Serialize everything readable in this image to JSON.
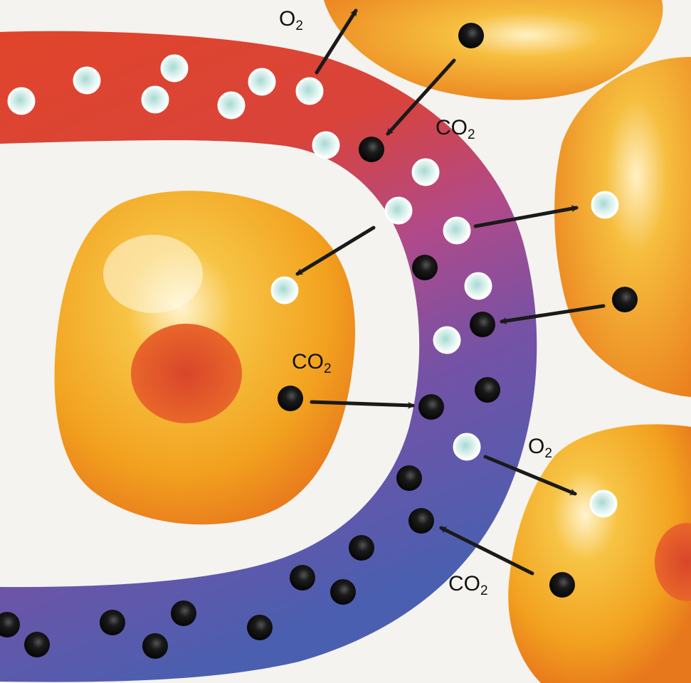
{
  "labels": {
    "o2_top": {
      "main": "O",
      "sub": "2"
    },
    "co2_top": {
      "main": "CO",
      "sub": "2"
    },
    "co2_mid": {
      "main": "CO",
      "sub": "2"
    },
    "o2_right": {
      "main": "O",
      "sub": "2"
    },
    "co2_bot": {
      "main": "CO",
      "sub": "2"
    }
  },
  "colors": {
    "background": "#f4f3ef",
    "vessel_arterial": "#e0452a",
    "vessel_mid": "#b04a8a",
    "vessel_venous": "#4a5fb0",
    "cell": "#f2a21f",
    "cell_highlight": "#fff4d0",
    "nucleus": "#e0562a",
    "oxygen_molecule": "#dff3f0",
    "co2_molecule": "#151515",
    "arrow": "#1a1a1a"
  }
}
